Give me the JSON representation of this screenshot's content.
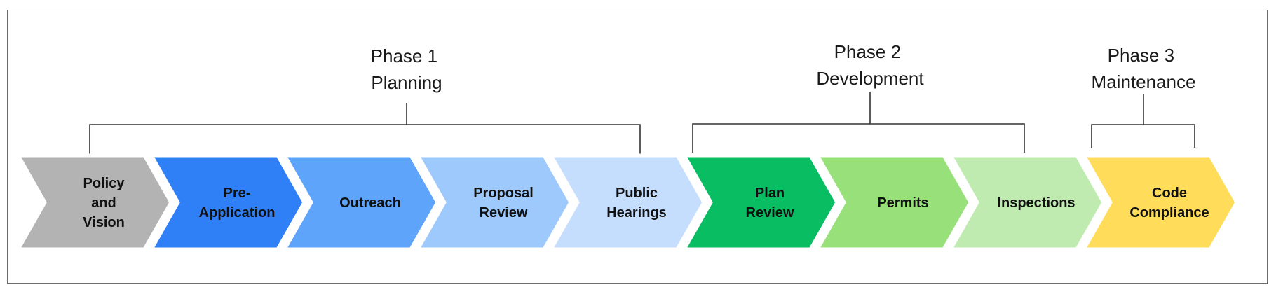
{
  "phases": [
    {
      "line1": "Phase 1",
      "line2": "Planning"
    },
    {
      "line1": "Phase 2",
      "line2": "Development"
    },
    {
      "line1": "Phase 3",
      "line2": "Maintenance"
    }
  ],
  "steps": [
    {
      "lines": [
        "Policy",
        "and",
        "Vision"
      ],
      "color": "#b3b3b3"
    },
    {
      "lines": [
        "Pre-",
        "Application"
      ],
      "color": "#2f7ff7"
    },
    {
      "lines": [
        "Outreach"
      ],
      "color": "#5ea4fb"
    },
    {
      "lines": [
        "Proposal",
        "Review"
      ],
      "color": "#9ec9fc"
    },
    {
      "lines": [
        "Public",
        "Hearings"
      ],
      "color": "#c6defd"
    },
    {
      "lines": [
        "Plan",
        "Review"
      ],
      "color": "#08bd62"
    },
    {
      "lines": [
        "Permits"
      ],
      "color": "#98e07a"
    },
    {
      "lines": [
        "Inspections"
      ],
      "color": "#c0ebb0"
    },
    {
      "lines": [
        "Code",
        "Compliance"
      ],
      "color": "#ffdc5a"
    }
  ]
}
